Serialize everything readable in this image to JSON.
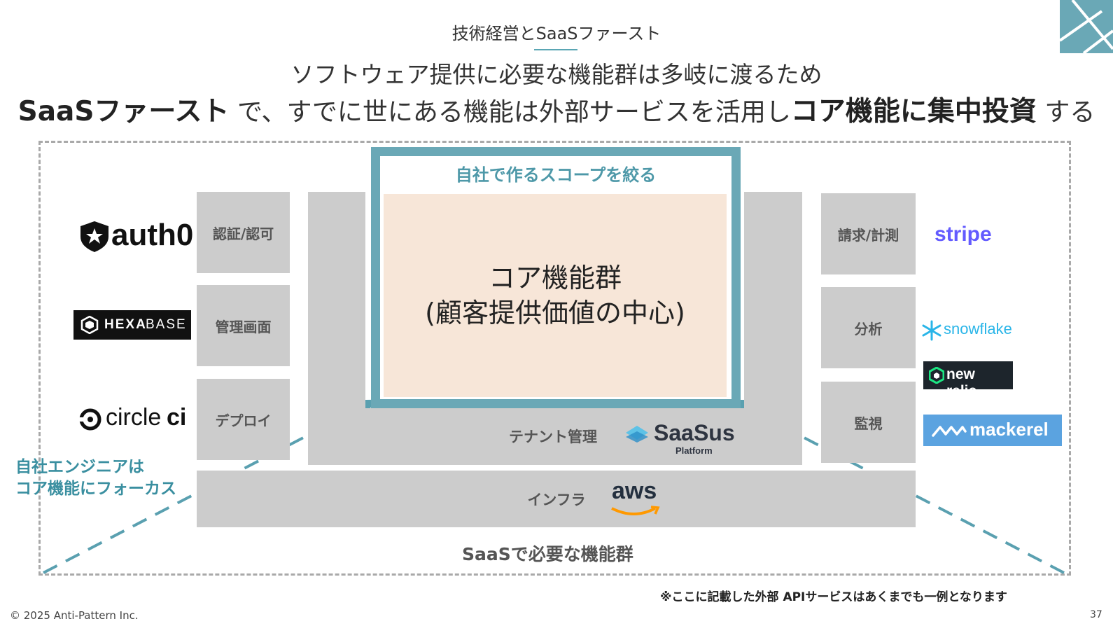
{
  "header": {
    "kicker": "技術経営とSaaSファースト",
    "headline1": "ソフトウェア提供に必要な機能群は多岐に渡るため",
    "headline2": {
      "strong1": "SaaSファースト",
      "mid": "で、すでに世にある機能は外部サービスを活用し",
      "strong2": "コア機能に集中投資",
      "tail": "する"
    }
  },
  "diagram": {
    "scope_label": "自社で作るスコープを絞る",
    "core_line1": "コア機能群",
    "core_line2": "(顧客提供価値の中心)",
    "left_blocks": [
      "認証/認可",
      "管理画面",
      "デプロイ"
    ],
    "right_blocks": [
      "請求/計測",
      "分析",
      "監視"
    ],
    "tenant_label": "テナント管理",
    "infra_label": "インフラ",
    "engineer_note_line1": "自社エンジニアは",
    "engineer_note_line2": "コア機能にフォーカス",
    "frame_caption": "SaaSで必要な機能群"
  },
  "logos": {
    "auth0": "auth0",
    "hexabase_a": "HEXA",
    "hexabase_b": "BASE",
    "circleci_a": "circle",
    "circleci_b": "ci",
    "stripe": "stripe",
    "snowflake": "snowflake",
    "newrelic": "new relic.",
    "mackerel": "mackerel",
    "saasus_main": "SaaSus",
    "saasus_sub": "Platform",
    "aws": "aws"
  },
  "footer": {
    "disclaimer": "※ここに記載した外部 APIサービスはあくまでも一例となります",
    "copyright": "© 2025 Anti-Pattern Inc.",
    "page": "37"
  },
  "colors": {
    "accent_teal": "#6aa8b6",
    "block_gray": "#cccccc",
    "core_fill": "#f7e6d8",
    "stripe": "#635bff",
    "snowflake": "#29b5e8",
    "mackerel": "#5ba3e0"
  }
}
